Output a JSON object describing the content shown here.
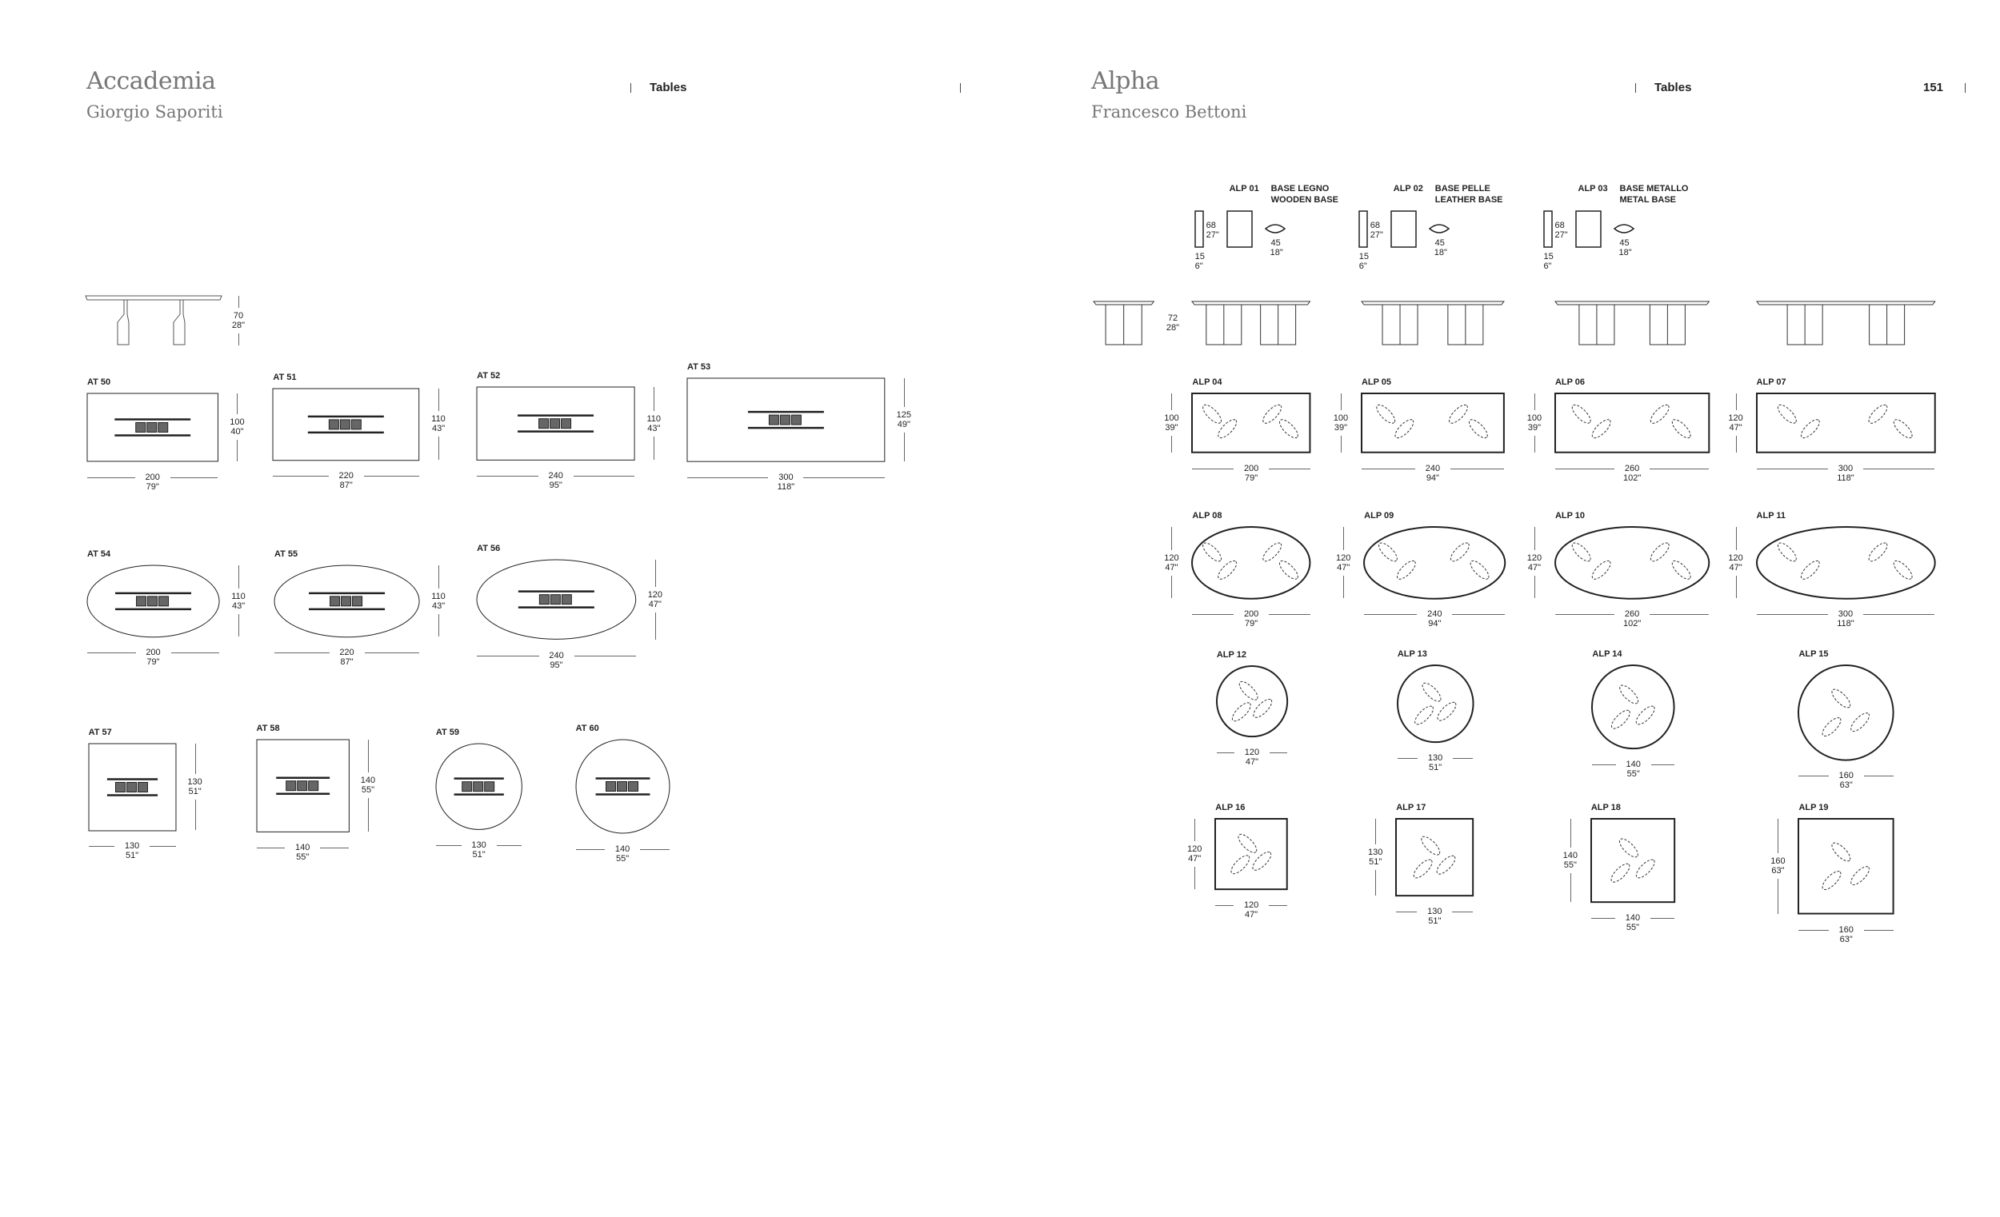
{
  "left_page": {
    "title": "Accademia",
    "designer": "Giorgio Saporiti",
    "section": "Tables",
    "elevation": {
      "h": [
        "70",
        "28\""
      ]
    },
    "items": [
      {
        "label": "AT 50",
        "shape": "rect",
        "w": [
          "200",
          "79\""
        ],
        "h": [
          "100",
          "40\""
        ]
      },
      {
        "label": "AT 51",
        "shape": "rect",
        "w": [
          "220",
          "87\""
        ],
        "h": [
          "110",
          "43\""
        ]
      },
      {
        "label": "AT 52",
        "shape": "rect",
        "w": [
          "240",
          "95\""
        ],
        "h": [
          "110",
          "43\""
        ]
      },
      {
        "label": "AT 53",
        "shape": "rect",
        "w": [
          "300",
          "118\""
        ],
        "h": [
          "125",
          "49\""
        ]
      },
      {
        "label": "AT 54",
        "shape": "oval",
        "w": [
          "200",
          "79\""
        ],
        "h": [
          "110",
          "43\""
        ]
      },
      {
        "label": "AT 55",
        "shape": "oval",
        "w": [
          "220",
          "87\""
        ],
        "h": [
          "110",
          "43\""
        ]
      },
      {
        "label": "AT 56",
        "shape": "oval",
        "w": [
          "240",
          "95\""
        ],
        "h": [
          "120",
          "47\""
        ]
      },
      {
        "label": "AT 57",
        "shape": "rect",
        "w": [
          "130",
          "51\""
        ],
        "h": [
          "130",
          "51\""
        ]
      },
      {
        "label": "AT 58",
        "shape": "rect",
        "w": [
          "140",
          "55\""
        ],
        "h": [
          "140",
          "55\""
        ]
      },
      {
        "label": "AT 59",
        "shape": "circle",
        "w": [
          "130",
          "51\""
        ]
      },
      {
        "label": "AT 60",
        "shape": "circle",
        "w": [
          "140",
          "55\""
        ]
      }
    ]
  },
  "right_page": {
    "title": "Alpha",
    "designer": "Francesco Bettoni",
    "section": "Tables",
    "page_number": "151",
    "bases": [
      {
        "code": "ALP 01",
        "name_it": "BASE LEGNO",
        "name_en": "WOODEN BASE",
        "height": [
          "68",
          "27\""
        ],
        "depth": [
          "15",
          "6\""
        ],
        "width": [
          "45",
          "18\""
        ]
      },
      {
        "code": "ALP 02",
        "name_it": "BASE PELLE",
        "name_en": "LEATHER BASE",
        "height": [
          "68",
          "27\""
        ],
        "depth": [
          "15",
          "6\""
        ],
        "width": [
          "45",
          "18\""
        ]
      },
      {
        "code": "ALP 03",
        "name_it": "BASE METALLO",
        "name_en": "METAL BASE",
        "height": [
          "68",
          "27\""
        ],
        "depth": [
          "15",
          "6\""
        ],
        "width": [
          "45",
          "18\""
        ]
      }
    ],
    "elevation": {
      "h": [
        "72",
        "28\""
      ]
    },
    "items": [
      {
        "label": "ALP 04",
        "shape": "rect",
        "w": [
          "200",
          "79\""
        ],
        "h": [
          "100",
          "39\""
        ]
      },
      {
        "label": "ALP 05",
        "shape": "rect",
        "w": [
          "240",
          "94\""
        ],
        "h": [
          "100",
          "39\""
        ]
      },
      {
        "label": "ALP 06",
        "shape": "rect",
        "w": [
          "260",
          "102\""
        ],
        "h": [
          "100",
          "39\""
        ]
      },
      {
        "label": "ALP 07",
        "shape": "rect",
        "w": [
          "300",
          "118\""
        ],
        "h": [
          "120",
          "47\""
        ]
      },
      {
        "label": "ALP 08",
        "shape": "oval",
        "w": [
          "200",
          "79\""
        ],
        "h": [
          "120",
          "47\""
        ]
      },
      {
        "label": "ALP 09",
        "shape": "oval",
        "w": [
          "240",
          "94\""
        ],
        "h": [
          "120",
          "47\""
        ]
      },
      {
        "label": "ALP 10",
        "shape": "oval",
        "w": [
          "260",
          "102\""
        ],
        "h": [
          "120",
          "47\""
        ]
      },
      {
        "label": "ALP 11",
        "shape": "oval",
        "w": [
          "300",
          "118\""
        ],
        "h": [
          "120",
          "47\""
        ]
      },
      {
        "label": "ALP 12",
        "shape": "circle",
        "w": [
          "120",
          "47\""
        ]
      },
      {
        "label": "ALP 13",
        "shape": "circle",
        "w": [
          "130",
          "51\""
        ]
      },
      {
        "label": "ALP 14",
        "shape": "circle",
        "w": [
          "140",
          "55\""
        ]
      },
      {
        "label": "ALP 15",
        "shape": "circle",
        "w": [
          "160",
          "63\""
        ]
      },
      {
        "label": "ALP 16",
        "shape": "rect",
        "w": [
          "120",
          "47\""
        ],
        "h": [
          "120",
          "47\""
        ]
      },
      {
        "label": "ALP 17",
        "shape": "rect",
        "w": [
          "130",
          "51\""
        ],
        "h": [
          "130",
          "51\""
        ]
      },
      {
        "label": "ALP 18",
        "shape": "rect",
        "w": [
          "140",
          "55\""
        ],
        "h": [
          "140",
          "55\""
        ]
      },
      {
        "label": "ALP 19",
        "shape": "rect",
        "w": [
          "160",
          "63\""
        ],
        "h": [
          "160",
          "63\""
        ]
      }
    ]
  }
}
